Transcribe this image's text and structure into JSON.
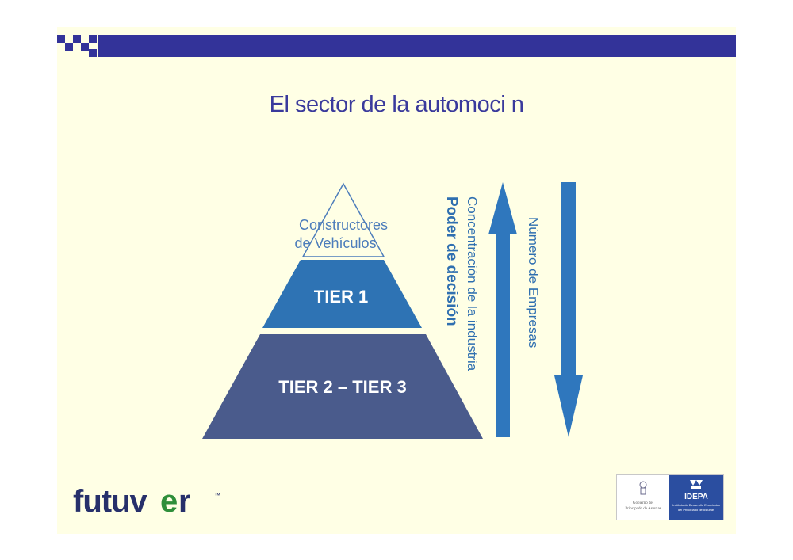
{
  "slide": {
    "title": "El sector de la automoci  n",
    "colors": {
      "background": "#ffffe5",
      "header": "#333399",
      "title": "#3a3a9c"
    }
  },
  "pyramid": {
    "apex_label_line1": "Constructores",
    "apex_label_line2": "de Vehículos",
    "tier1_label": "TIER 1",
    "tier23_label": "TIER 2 – TIER 3",
    "colors": {
      "tier1": "#2e73b4",
      "tier23": "#4a5b8c",
      "apex_outline": "#4d7dbb"
    }
  },
  "arrows": {
    "up_label_line1": "Concentración de la industria",
    "up_label_line2": "Poder de decisión",
    "down_label": "Número de Empresas",
    "color": "#2f77bd"
  },
  "footer": {
    "brand_logo": "futuver",
    "tm": "™",
    "partner_left_line1": "Gobierno del",
    "partner_left_line2": "Principado de Asturias",
    "partner_right_name": "IDEPA",
    "partner_right_line1": "Instituto de Desarrollo Económico",
    "partner_right_line2": "del Principado de Asturias"
  }
}
